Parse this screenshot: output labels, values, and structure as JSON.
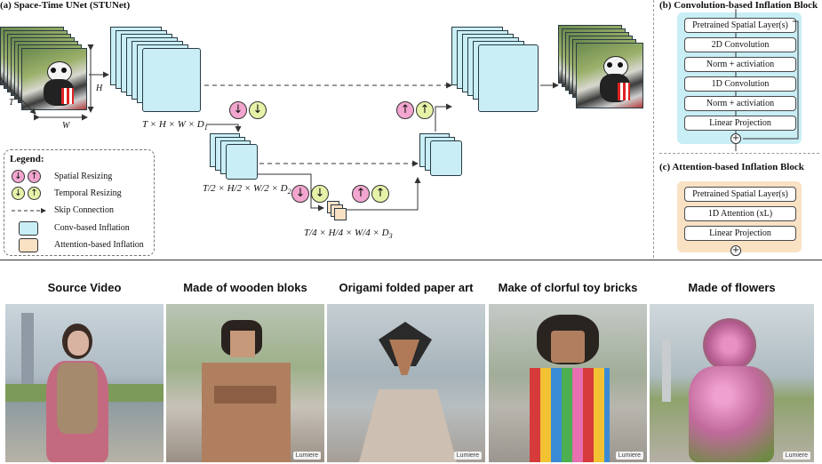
{
  "diagram": {
    "panel_a_title": "(a) Space-Time UNet (STUNet)",
    "panel_b_title": "(b) Convolution-based Inflation Block",
    "panel_c_title": "(c) Attention-based Inflation Block",
    "dims": {
      "h": "H",
      "t": "T",
      "w": "W"
    },
    "formula1": "T × H × W × D",
    "formula1_sub": "1",
    "formula2": "T/2 × H/2 × W/2 × D",
    "formula2_sub": "2",
    "formula3": "T/4 × H/4 × W/4 × D",
    "formula3_sub": "3",
    "legend": {
      "title": "Legend:",
      "spatial": "Spatial Resizing",
      "temporal": "Temporal Resizing",
      "skip": "Skip Connection",
      "conv": "Conv-based Inflation",
      "attn": "Attention-based Inflation"
    },
    "conv_block": [
      "Pretrained Spatial Layer(s)",
      "2D Convolution",
      "Norm + activiation",
      "1D Convolution",
      "Norm + activiation",
      "Linear Projection"
    ],
    "attn_block": [
      "Pretrained Spatial Layer(s)",
      "1D Attention (xL)",
      "Linear Projection"
    ],
    "plus_symbol": "+",
    "colors": {
      "conv": "#c9eef6",
      "attn": "#f9e1c4",
      "spatial": "#f2a6cf",
      "temporal": "#e6f2a8"
    }
  },
  "gallery": {
    "items": [
      {
        "title": "Source Video",
        "badge": ""
      },
      {
        "title": "Made of wooden bloks",
        "badge": "Lumiere"
      },
      {
        "title": "Origami folded paper art",
        "badge": "Lumiere"
      },
      {
        "title": "Make of clorful toy bricks",
        "badge": "Lumiere"
      },
      {
        "title": "Made of flowers",
        "badge": "Lumiere"
      }
    ]
  }
}
